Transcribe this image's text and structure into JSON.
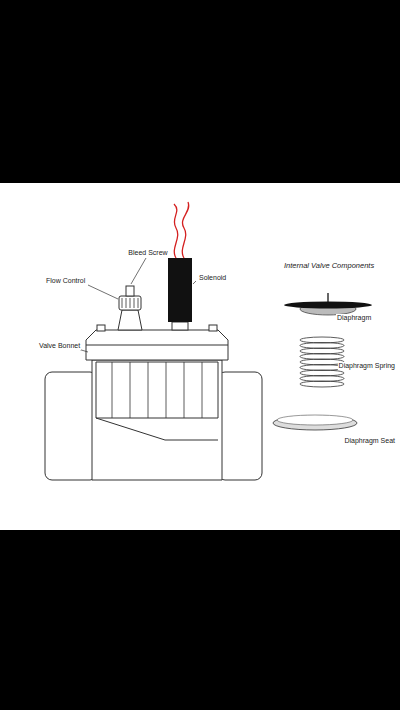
{
  "diagram": {
    "labels": [
      "Bleed Screw",
      "Flow Control",
      "Solenoid",
      "Valve Bonnet",
      "Internal Valve Components",
      "Diaphragm",
      "Diaphragm Spring",
      "Diaphragm Seat"
    ]
  }
}
